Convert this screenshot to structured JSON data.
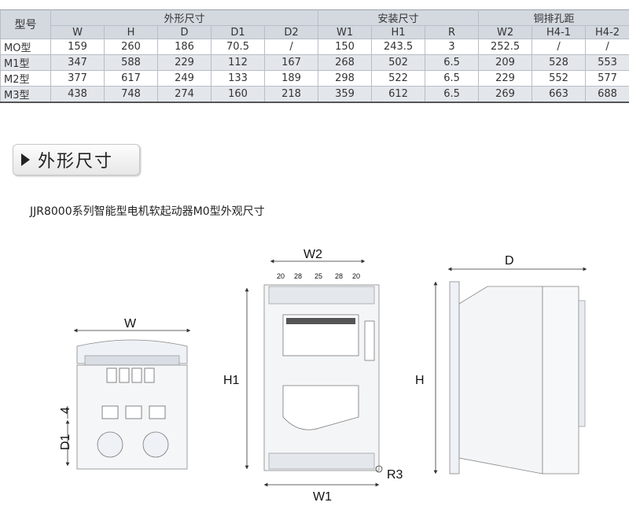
{
  "table": {
    "model_header": "型号",
    "groups": [
      "外形尺寸",
      "安装尺寸",
      "铜排孔距"
    ],
    "sub_headers": [
      "W",
      "H",
      "D",
      "D1",
      "D2",
      "W1",
      "H1",
      "R",
      "W2",
      "H4-1",
      "H4-2"
    ],
    "rows": [
      [
        "MO型",
        "159",
        "260",
        "186",
        "70.5",
        "/",
        "150",
        "243.5",
        "3",
        "252.5",
        "/",
        "/"
      ],
      [
        "M1型",
        "347",
        "588",
        "229",
        "112",
        "167",
        "268",
        "502",
        "6.5",
        "209",
        "528",
        "553"
      ],
      [
        "M2型",
        "377",
        "617",
        "249",
        "133",
        "189",
        "298",
        "522",
        "6.5",
        "229",
        "552",
        "577"
      ],
      [
        "M3型",
        "438",
        "748",
        "274",
        "160",
        "218",
        "359",
        "612",
        "6.5",
        "269",
        "663",
        "688"
      ]
    ]
  },
  "section": {
    "title": "外形尺寸"
  },
  "caption": "JJR8000系列智能型电机软起动器M0型外观尺寸",
  "drawing": {
    "front_width_label": "W",
    "side_label_4": "4",
    "side_label_d1": "D1",
    "top_width_label": "W2",
    "top_spacings": [
      "20",
      "28",
      "25",
      "28",
      "20"
    ],
    "height_label_h1": "H1",
    "bottom_width_label": "W1",
    "radius_label": "R3",
    "depth_label": "D",
    "height_label_h": "H"
  }
}
